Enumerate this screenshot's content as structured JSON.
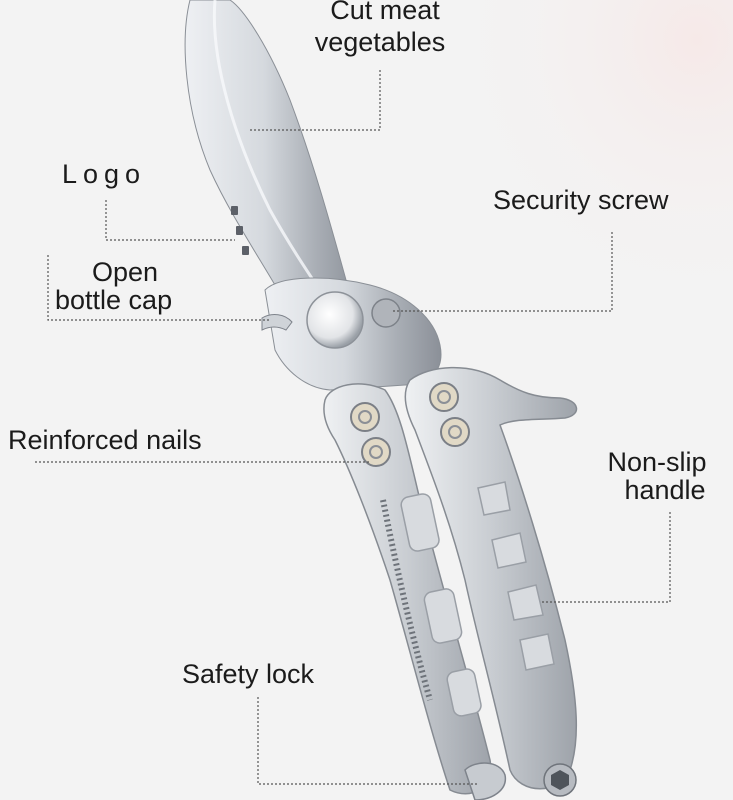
{
  "colors": {
    "background": "#f3f3f3",
    "steel_light": "#e9ebee",
    "steel_mid": "#b8bcc2",
    "steel_dark": "#7e838b",
    "leader_line": "#555555",
    "text": "#1b1b1b"
  },
  "labels": {
    "cut_meat_line1": "Cut meat",
    "cut_meat_line2": "vegetables",
    "logo": "Logo",
    "security_screw": "Security screw",
    "open_bottle_line1": "Open",
    "open_bottle_line2": "bottle cap",
    "reinforced_nails": "Reinforced nails",
    "non_slip_line1": "Non-slip",
    "non_slip_line2": "handle",
    "safety_lock": "Safety lock"
  }
}
